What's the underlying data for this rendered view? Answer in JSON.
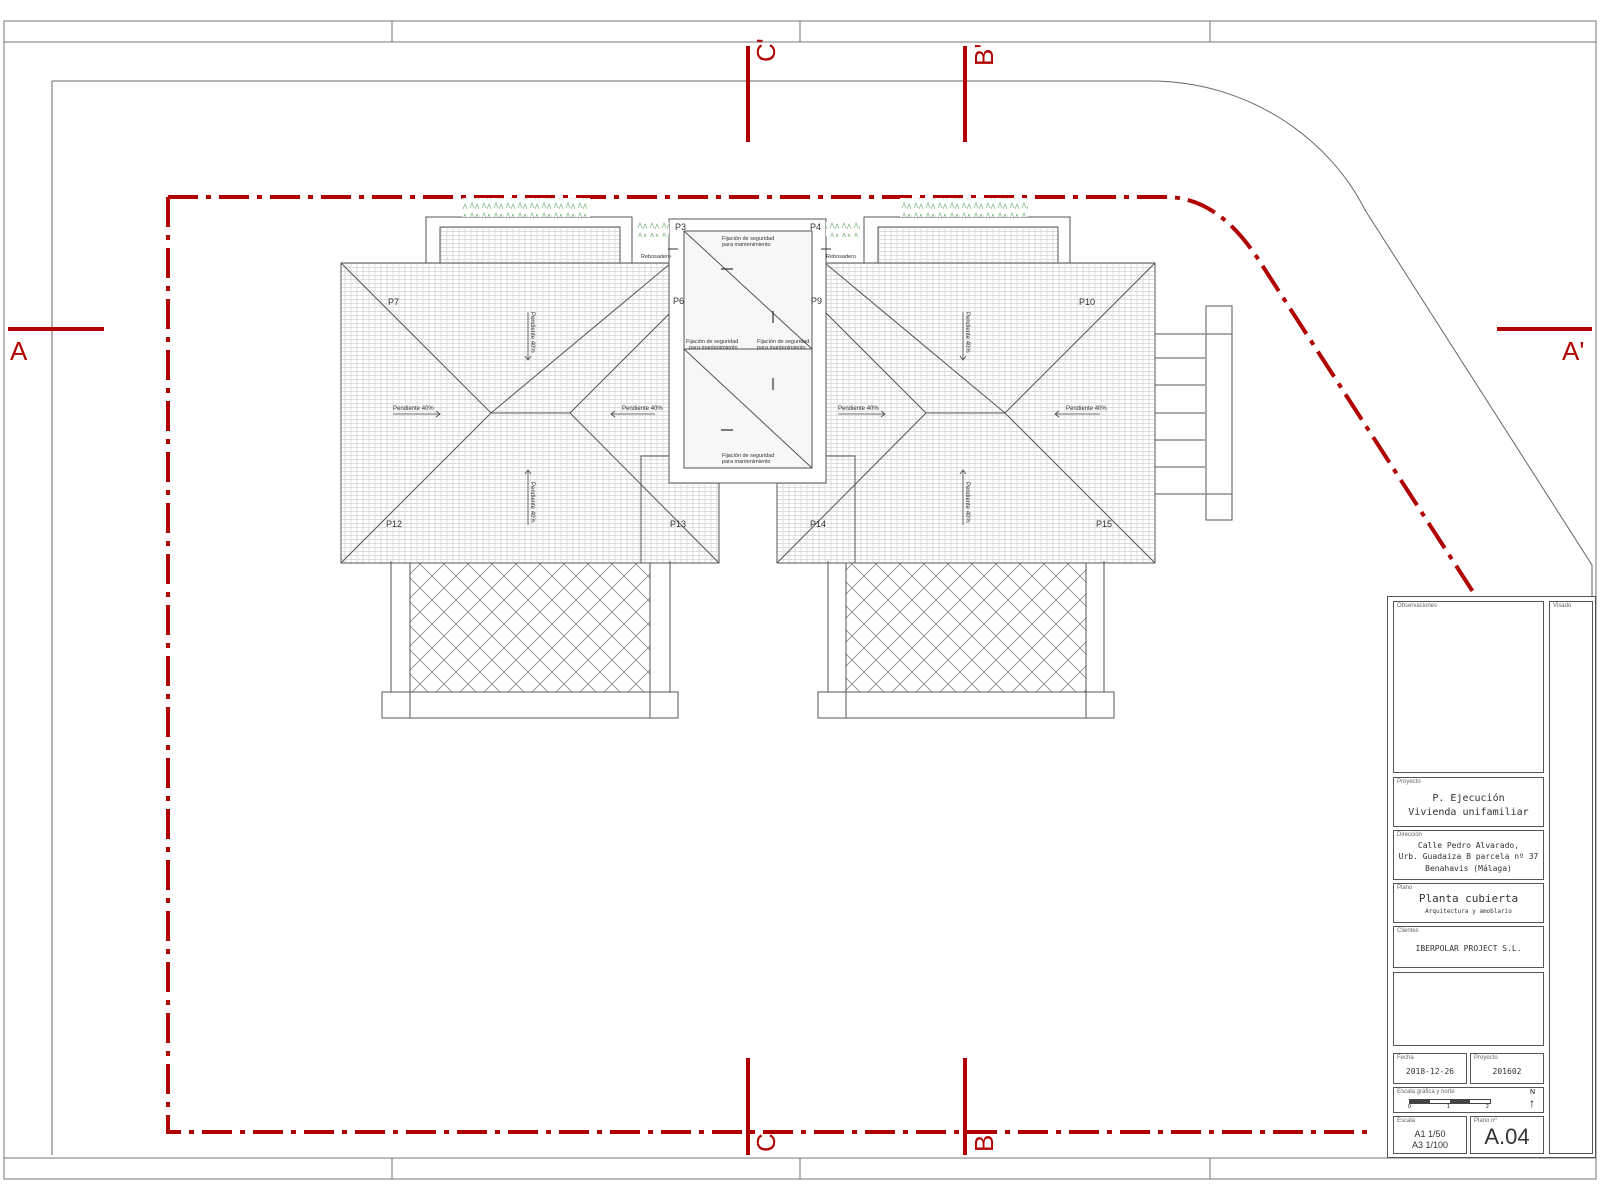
{
  "sections": {
    "a": "A",
    "a_prime": "A'",
    "b_prime": "B'",
    "c_prime": "C'",
    "b": "B",
    "c": "C"
  },
  "pillars": [
    "P3",
    "P4",
    "P6",
    "P9",
    "P7",
    "P10",
    "P12",
    "P13",
    "P14",
    "P15"
  ],
  "roof_labels": {
    "slope": "Pendiente 40%",
    "anchor": "Fijación de seguridad",
    "anchor_sub": "para mantenimiento",
    "overflow": "Rebosadero"
  },
  "title_block": {
    "observaciones_label": "Observaciones",
    "visado_label": "Visado",
    "proyecto_label": "Proyecto",
    "proyecto_line1": "P. Ejecución",
    "proyecto_line2": "Vivienda unifamiliar",
    "direccion_label": "Dirección",
    "direccion_line1": "Calle Pedro Alvarado,",
    "direccion_line2": "Urb. Guadaiza B parcela nº 37",
    "direccion_line3": "Benahavis (Málaga)",
    "plano_label": "Plano",
    "plano_title": "Planta cubierta",
    "plano_sub": "Arquitectura y amoblario",
    "clientes_label": "Clientes",
    "cliente": "IBERPOLAR PROJECT S.L.",
    "fecha_label": "Fecha",
    "fecha": "2018-12-26",
    "proyecto_no_label": "Proyecto",
    "proyecto_no": "201602",
    "escala_grafica_label": "Escala gráfica y norte",
    "scale_ticks": [
      "0",
      "1",
      "2"
    ],
    "north": "N",
    "escala_label": "Escala",
    "escala_a1": "A1 1/50",
    "escala_a3": "A3 1/100",
    "plano_no_label": "Plano nº",
    "plano_no": "A.04"
  },
  "colors": {
    "section_red": "#b00000",
    "line": "#555555"
  }
}
